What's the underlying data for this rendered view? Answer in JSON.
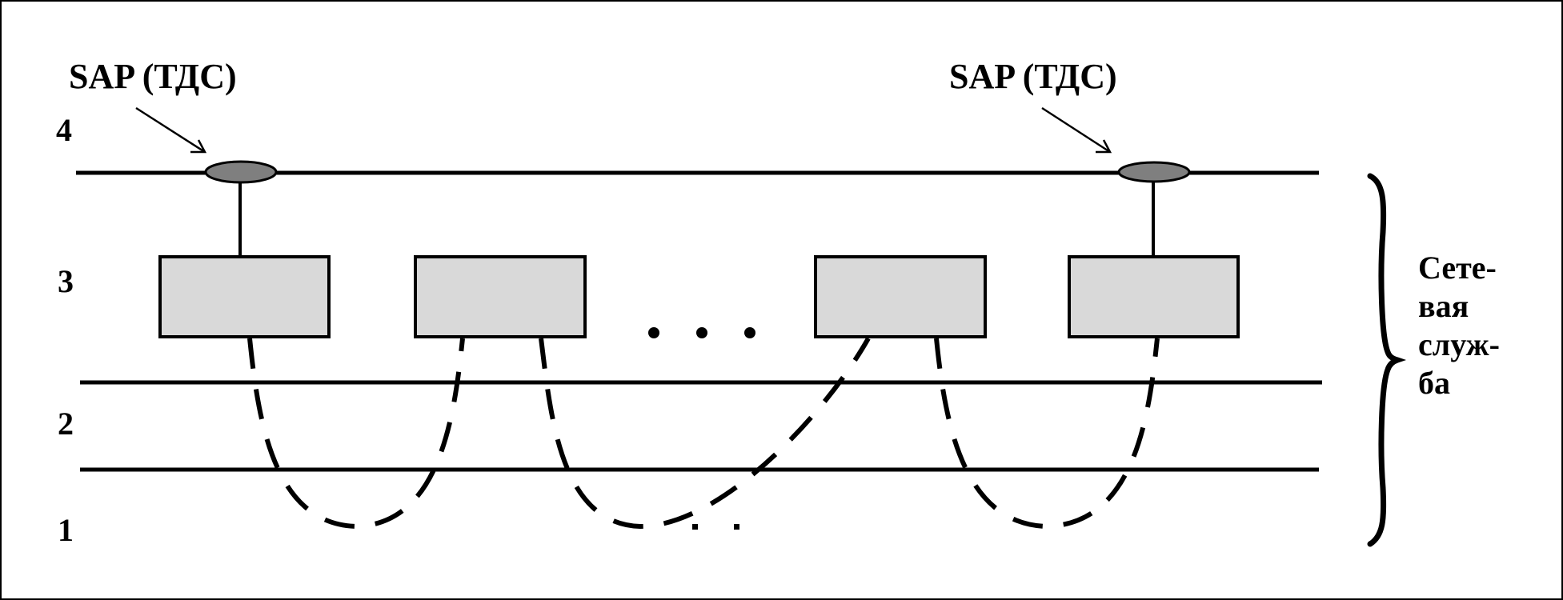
{
  "diagram": {
    "sap_labels": [
      "SAP (ТДС)",
      "SAP (ТДС)"
    ],
    "level_labels": {
      "l4": "4",
      "l3": "3",
      "l2": "2",
      "l1": "1"
    },
    "brace_label_lines": [
      "Сете-",
      "вая",
      "служ-",
      "ба"
    ],
    "colors": {
      "box_fill": "#d9d9d9",
      "sap_fill": "#7f7f7f",
      "line": "#000000",
      "background": "#ffffff"
    }
  }
}
